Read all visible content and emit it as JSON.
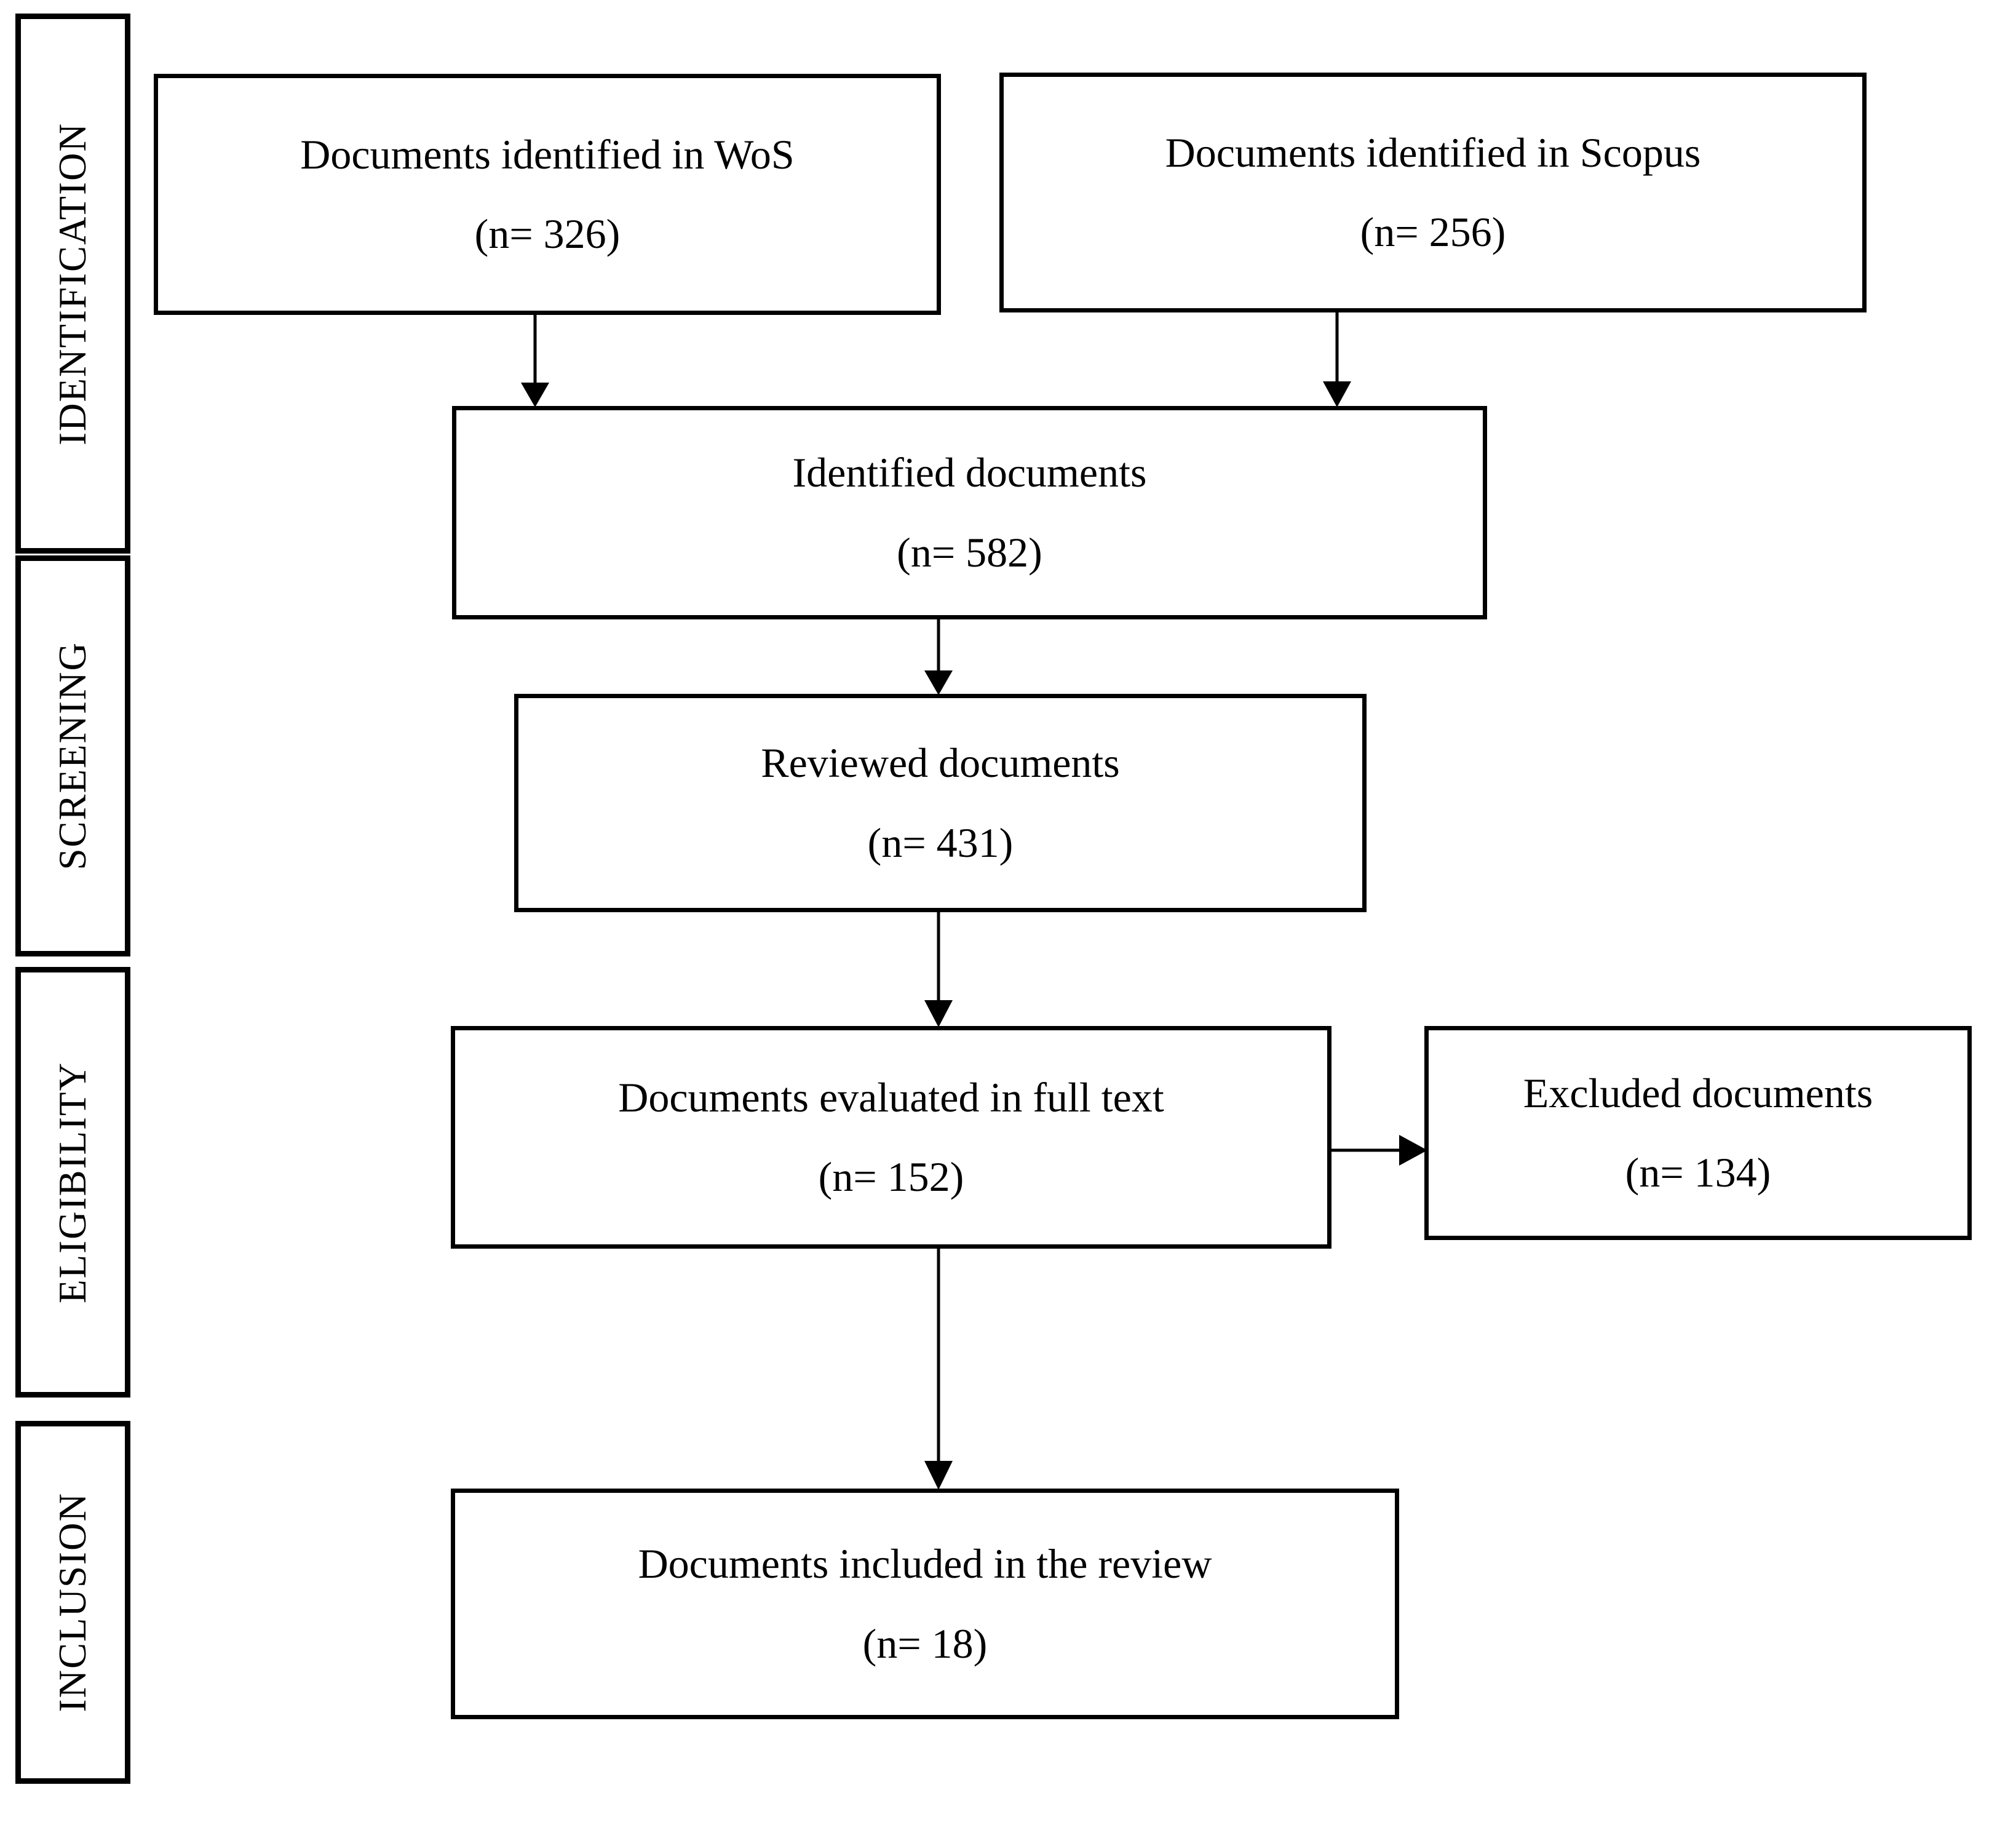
{
  "figure": {
    "type": "prisma-flow-diagram",
    "background_color": "#ffffff",
    "line_color": "#000000"
  },
  "stages": [
    {
      "id": "identification",
      "label": "IDENTIFICATION"
    },
    {
      "id": "screening",
      "label": "SCREENING"
    },
    {
      "id": "eligibility",
      "label": "ELIGIBILITY"
    },
    {
      "id": "inclusion",
      "label": "INCLUSION"
    }
  ],
  "boxes": [
    {
      "id": "wos",
      "title": "Documents identified in WoS",
      "count_label": "(n= 326)",
      "count": 326,
      "stage": "identification"
    },
    {
      "id": "scopus",
      "title": "Documents identified in Scopus",
      "count_label": "(n= 256)",
      "count": 256,
      "stage": "identification"
    },
    {
      "id": "identified",
      "title": "Identified documents",
      "count_label": "(n= 582)",
      "count": 582,
      "stage": "identification"
    },
    {
      "id": "reviewed",
      "title": "Reviewed documents",
      "count_label": "(n= 431)",
      "count": 431,
      "stage": "screening"
    },
    {
      "id": "fulltext",
      "title": "Documents evaluated in full text",
      "count_label": "(n= 152)",
      "count": 152,
      "stage": "eligibility"
    },
    {
      "id": "excluded",
      "title": "Excluded documents",
      "count_label": "(n= 134)",
      "count": 134,
      "stage": "eligibility"
    },
    {
      "id": "included",
      "title": "Documents included in the review",
      "count_label": "(n= 18)",
      "count": 18,
      "stage": "inclusion"
    }
  ],
  "connectors": [
    {
      "id": "wos-to-identified",
      "from": "wos",
      "to": "identified",
      "direction": "down"
    },
    {
      "id": "scopus-to-identified",
      "from": "scopus",
      "to": "identified",
      "direction": "down"
    },
    {
      "id": "identified-to-reviewed",
      "from": "identified",
      "to": "reviewed",
      "direction": "down"
    },
    {
      "id": "reviewed-to-fulltext",
      "from": "reviewed",
      "to": "fulltext",
      "direction": "down"
    },
    {
      "id": "fulltext-to-excluded",
      "from": "fulltext",
      "to": "excluded",
      "direction": "right"
    },
    {
      "id": "fulltext-to-included",
      "from": "fulltext",
      "to": "included",
      "direction": "down"
    }
  ]
}
